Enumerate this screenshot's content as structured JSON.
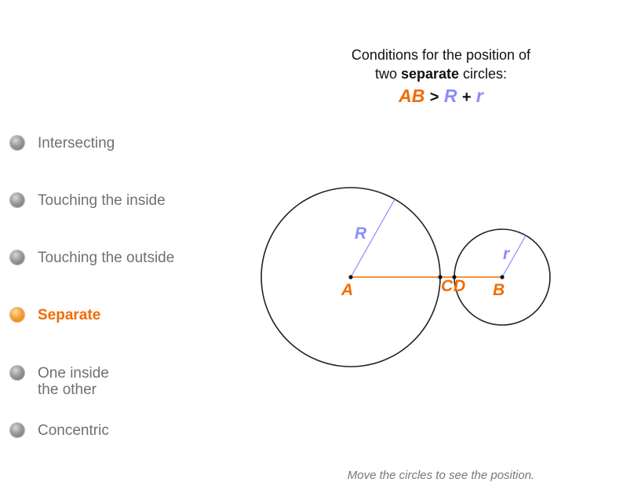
{
  "options": [
    {
      "id": "intersecting",
      "label": "Intersecting",
      "selected": false
    },
    {
      "id": "touching-inside",
      "label": "Touching the inside",
      "selected": false
    },
    {
      "id": "touching-outside",
      "label": "Touching the outside",
      "selected": false
    },
    {
      "id": "separate",
      "label": "Separate",
      "selected": true
    },
    {
      "id": "one-inside",
      "label": "One inside\nthe other",
      "selected": false
    },
    {
      "id": "concentric",
      "label": "Concentric",
      "selected": false
    }
  ],
  "title": {
    "line1": "Conditions for the position of",
    "line2_pre": "two ",
    "line2_bold": "separate",
    "line2_post": " circles:"
  },
  "formula": {
    "lhs": "AB",
    "op1": ">",
    "r_big": "R",
    "op2": "+",
    "r_small": "r"
  },
  "diagram": {
    "labels": {
      "A": "A",
      "B": "B",
      "C": "C",
      "D": "D",
      "R": "R",
      "r": "r"
    }
  },
  "colors": {
    "orange": "#f26b00",
    "blue": "#8a8aff",
    "circle": "#222222"
  },
  "hint": "Move the circles to see the position."
}
